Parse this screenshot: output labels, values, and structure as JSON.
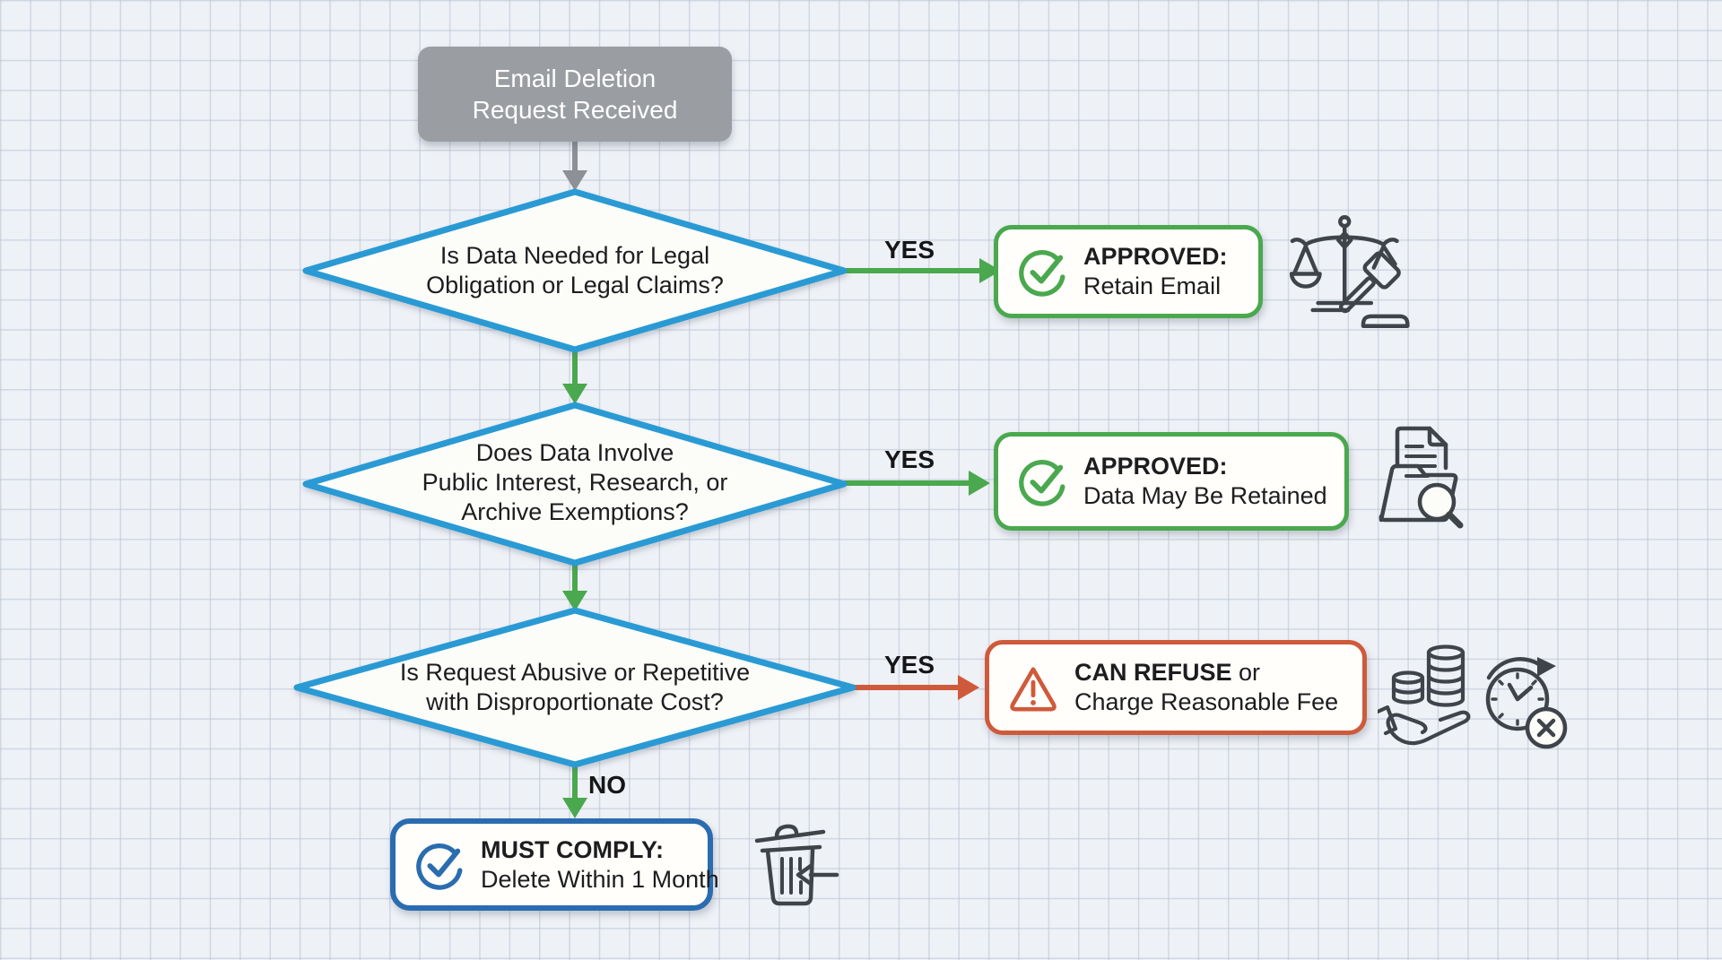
{
  "palette": {
    "diamond_border": "#2a9ad4",
    "approve_green": "#4aa84e",
    "refuse_red": "#cf5a3b",
    "comply_blue": "#2a6cb0",
    "start_gray": "#9a9da1",
    "ink": "#1d1d1f",
    "icon_stroke": "#3f444a",
    "shape_fill": "#fcfcf9"
  },
  "flow": {
    "start": {
      "lines": [
        "Email Deletion",
        "Request Received"
      ]
    },
    "decisions": [
      {
        "lines": [
          "Is Data Needed for Legal",
          "Obligation or Legal Claims?"
        ]
      },
      {
        "lines": [
          "Does Data Involve",
          "Public Interest, Research, or",
          "Archive Exemptions?"
        ]
      },
      {
        "lines": [
          "Is Request Abusive or Repetitive",
          "with Disproportionate Cost?"
        ]
      }
    ],
    "labels": {
      "yes": "YES",
      "no": "NO"
    },
    "outcomes": [
      {
        "kind": "approved",
        "icon": "check-circle-icon",
        "title_bold": "APPROVED:",
        "title_rest": "",
        "line2": "Retain Email"
      },
      {
        "kind": "approved",
        "icon": "check-circle-icon",
        "title_bold": "APPROVED:",
        "title_rest": "",
        "line2": "Data May Be Retained"
      },
      {
        "kind": "refuse",
        "icon": "warning-triangle-icon",
        "title_bold": "CAN REFUSE",
        "title_rest": " or",
        "line2": "Charge Reasonable Fee"
      },
      {
        "kind": "comply",
        "icon": "check-circle-icon",
        "title_bold": "MUST COMPLY:",
        "title_rest": "",
        "line2": "Delete Within 1 Month"
      }
    ],
    "side_icons": [
      "scales-gavel-icon",
      "folder-search-icon",
      "coins-hand-icon",
      "clock-deadline-icon",
      "trash-delete-icon"
    ]
  }
}
